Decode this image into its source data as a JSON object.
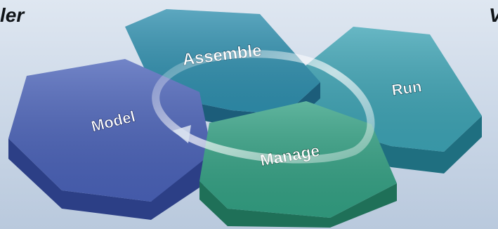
{
  "diagram": {
    "hexagons": [
      {
        "id": "model",
        "label": "Model",
        "color": "#4a62b8"
      },
      {
        "id": "assemble",
        "label": "Assemble",
        "color": "#2f8fae"
      },
      {
        "id": "run",
        "label": "Run",
        "color": "#3da3b4"
      },
      {
        "id": "manage",
        "label": "Manage",
        "color": "#33a083"
      }
    ],
    "cycle_order": [
      "Assemble",
      "Run",
      "Manage",
      "Model"
    ]
  },
  "edge_text": {
    "left": "ler",
    "right": "V"
  },
  "colors": {
    "background_top": "#dfe7f1",
    "background_bottom": "#b9c9dd",
    "arrow": "#e9f1f8"
  }
}
